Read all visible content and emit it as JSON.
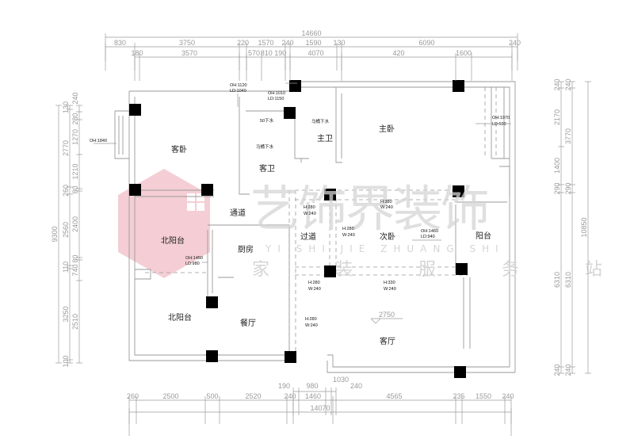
{
  "dimensions": {
    "top_total": "14660",
    "top_row1": [
      "830",
      "3750",
      "220",
      "1570",
      "240",
      "1590",
      "130",
      "6090",
      "240"
    ],
    "top_row2": [
      "180",
      "3570",
      "570",
      "810",
      "190",
      "4070",
      "420",
      "1600"
    ],
    "bottom_total": "14070",
    "bottom_row1": [
      "260",
      "2500",
      "500",
      "2520",
      "240",
      "1460",
      "4565",
      "235",
      "1550",
      "240"
    ],
    "bottom_row0": [
      "190",
      "980",
      "1030",
      "240"
    ],
    "left_total": "9300",
    "left_col1": [
      "130",
      "2770",
      "260",
      "2560",
      "110",
      "3250",
      "100"
    ],
    "left_col2": [
      "240",
      "280",
      "1270",
      "1210",
      "80",
      "2400",
      "80",
      "740",
      "2510"
    ],
    "right_total": "10850",
    "right_col1": [
      "240",
      "2170",
      "1400",
      "290",
      "6310",
      "240"
    ],
    "right_col2": [
      "240",
      "3770",
      "290",
      "6310",
      "240"
    ]
  },
  "rooms": {
    "guest_bedroom": "客卧",
    "guest_bath": "客卫",
    "master_bath": "主卫",
    "master_bedroom": "主卧",
    "corridor": "通道",
    "north_balcony_top": "北阳台",
    "kitchen": "厨房",
    "passage": "过道",
    "second_bedroom": "次卧",
    "balcony": "阳台",
    "north_balcony_bottom": "北阳台",
    "dining": "餐厅",
    "living": "客厅"
  },
  "notes": {
    "oh1840": "OH:1840",
    "oh1120": "OH:1120",
    "ld1040": "LD:1040",
    "oh1010": "OH:1010",
    "ld1150": "LD:1150",
    "drain50": "50下水",
    "toilet_drain1": "马桶下水",
    "toilet_drain2": "马桶下水",
    "oh1970": "OH:1970",
    "ld690": "LD:690",
    "h280a": "H:280",
    "w240a": "W:240",
    "h380": "H:380",
    "w240b": "W:240",
    "h280b": "H:280",
    "w240c": "W:240",
    "oh1460": "OH:1460",
    "ld940": "LD:940",
    "oh1450": "OH:1450",
    "ld980": "LD:980",
    "h280c": "H:280",
    "w240d": "W:240",
    "h330": "H:330",
    "w240e": "W:240",
    "h280d": "H:280",
    "w240f": "W:240",
    "ceiling_level": "2750"
  },
  "watermark": {
    "title": "艺饰界装饰",
    "pinyin": "YI SHI JIE ZHUANG SHI",
    "subtitle": "家 装 服 务 站"
  }
}
